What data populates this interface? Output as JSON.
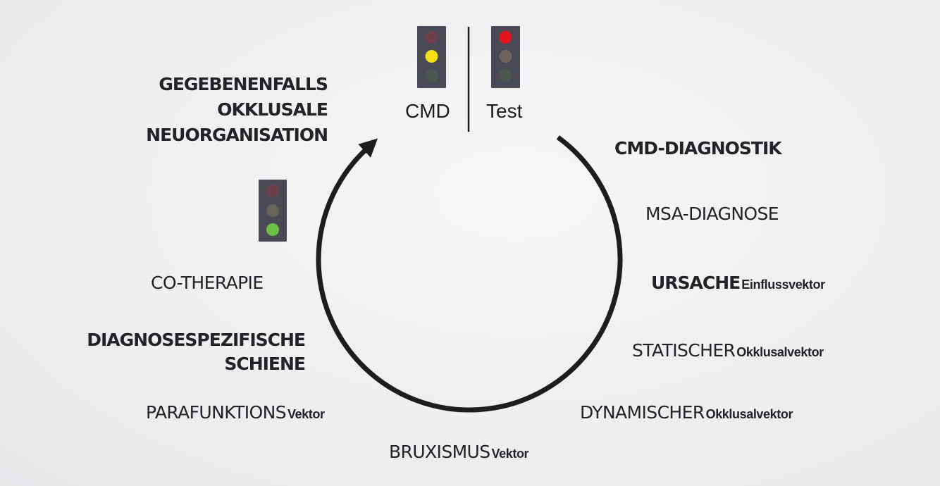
{
  "header": {
    "left_label": "CMD",
    "right_label": "Test"
  },
  "traffic_lights": [
    {
      "id": "cmd",
      "active": "yellow"
    },
    {
      "id": "test",
      "active": "red"
    },
    {
      "id": "co-therapy",
      "active": "green"
    }
  ],
  "colors": {
    "arc": "#1b1d1e",
    "housing": "#4a4a57",
    "red_on": "#e4141f",
    "red_off": "#6f4049",
    "yellow_on": "#f3dd13",
    "yellow_off": "#69635a",
    "green_on": "#6abf44",
    "green_off": "#4c574f"
  },
  "right_steps": {
    "cmd_diagnostik": "CMD-DIAGNOSTIK",
    "msa_diagnose": "MSA-DIAGNOSE",
    "ursache": {
      "main": "URSACHE",
      "sub": "Einflussvektor"
    },
    "statischer": {
      "main": "STATISCHER",
      "sub": "Okklusalvektor"
    },
    "dynamischer": {
      "main": "DYNAMISCHER",
      "sub": "Okklusalvektor"
    }
  },
  "bottom_step": {
    "bruxismus": {
      "main": "BRUXISMUS",
      "sub": "Vektor"
    }
  },
  "left_steps": {
    "parafunktions": {
      "main": "PARAFUNKTIONS",
      "sub": "Vektor"
    },
    "diagnosespezifische": {
      "line1": "DIAGNOSESPEZIFISCHE",
      "line2": "SCHIENE"
    },
    "co_therapie": "CO-THERAPIE",
    "gegebenenfalls": {
      "line1": "GEGEBENENFALLS",
      "line2": "OKKLUSALE",
      "line3": "NEUORGANISATION"
    }
  }
}
